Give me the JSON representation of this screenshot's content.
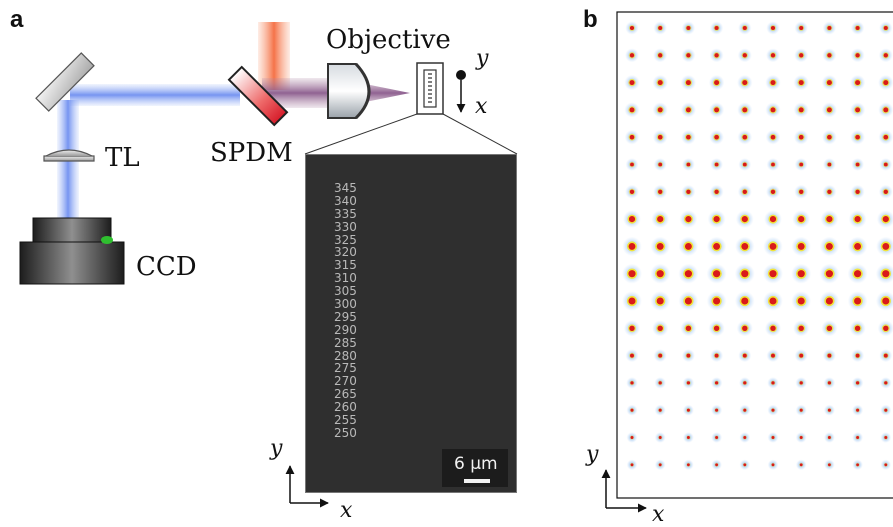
{
  "panels": {
    "a": "a",
    "b": "b"
  },
  "labels": {
    "objective": "Objective",
    "spdm": "SPDM",
    "tl": "TL",
    "ccd": "CCD",
    "axis_y": "y",
    "axis_x": "x"
  },
  "sem_row_labels": [
    "345",
    "340",
    "335",
    "330",
    "325",
    "320",
    "315",
    "310",
    "305",
    "300",
    "295",
    "290",
    "285",
    "280",
    "275",
    "270",
    "265",
    "260",
    "255",
    "250"
  ],
  "scale_bar": "6 µm",
  "colors": {
    "laser_blue": "#7b9ff2",
    "laser_red": "#f5845c",
    "mirror_red": "#e8303a",
    "sem_bg": "#2f2f2f",
    "focal_red": "#d91a1a",
    "focal_yellow": "#f2e43a",
    "focal_blue": "#6aa8e8"
  },
  "icons": [
    "mirror-icon",
    "dichroic-mirror-icon",
    "objective-lens-icon",
    "tube-lens-icon",
    "ccd-camera-icon",
    "sample-icon",
    "axis-icon"
  ],
  "focal_grid": {
    "columns": 10,
    "row_intensity": [
      0.45,
      0.5,
      0.62,
      0.6,
      0.55,
      0.4,
      0.5,
      0.82,
      0.95,
      1.0,
      0.98,
      0.68,
      0.42,
      0.3,
      0.26,
      0.24,
      0.22
    ]
  }
}
